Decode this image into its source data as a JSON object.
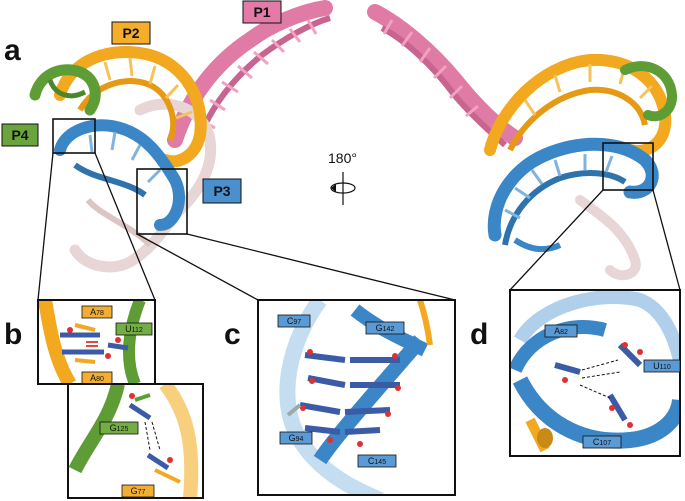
{
  "panel_letters": {
    "a": "a",
    "b": "b",
    "c": "c",
    "d": "d"
  },
  "domains": {
    "p1": "P1",
    "p2": "P2",
    "p3": "P3",
    "p4": "P4"
  },
  "rotation": "180°",
  "residues": {
    "b_top": [
      {
        "base": "A",
        "num": "78"
      },
      {
        "base": "U",
        "num": "112"
      },
      {
        "base": "A",
        "num": "80"
      }
    ],
    "b_bottom": [
      {
        "base": "G",
        "num": "125"
      },
      {
        "base": "G",
        "num": "77"
      }
    ],
    "c": [
      {
        "base": "C",
        "num": "97"
      },
      {
        "base": "G",
        "num": "142"
      },
      {
        "base": "G",
        "num": "94"
      },
      {
        "base": "C",
        "num": "145"
      }
    ],
    "d": [
      {
        "base": "A",
        "num": "82"
      },
      {
        "base": "U",
        "num": "110"
      },
      {
        "base": "C",
        "num": "107"
      }
    ]
  },
  "colors": {
    "p1": "#e07ba6",
    "p2": "#f2a81f",
    "p3": "#3b86c6",
    "p4": "#5e9d35",
    "core": "#e8d6d6",
    "tag_p1": "#e37aa7",
    "tag_p2": "#f5ae2b",
    "tag_p3": "#4a90cf",
    "tag_p4": "#6aa43c",
    "res_tag": "#5b9bd5",
    "res_tag_orange": "#f2ae32",
    "res_tag_green": "#75ad45"
  }
}
